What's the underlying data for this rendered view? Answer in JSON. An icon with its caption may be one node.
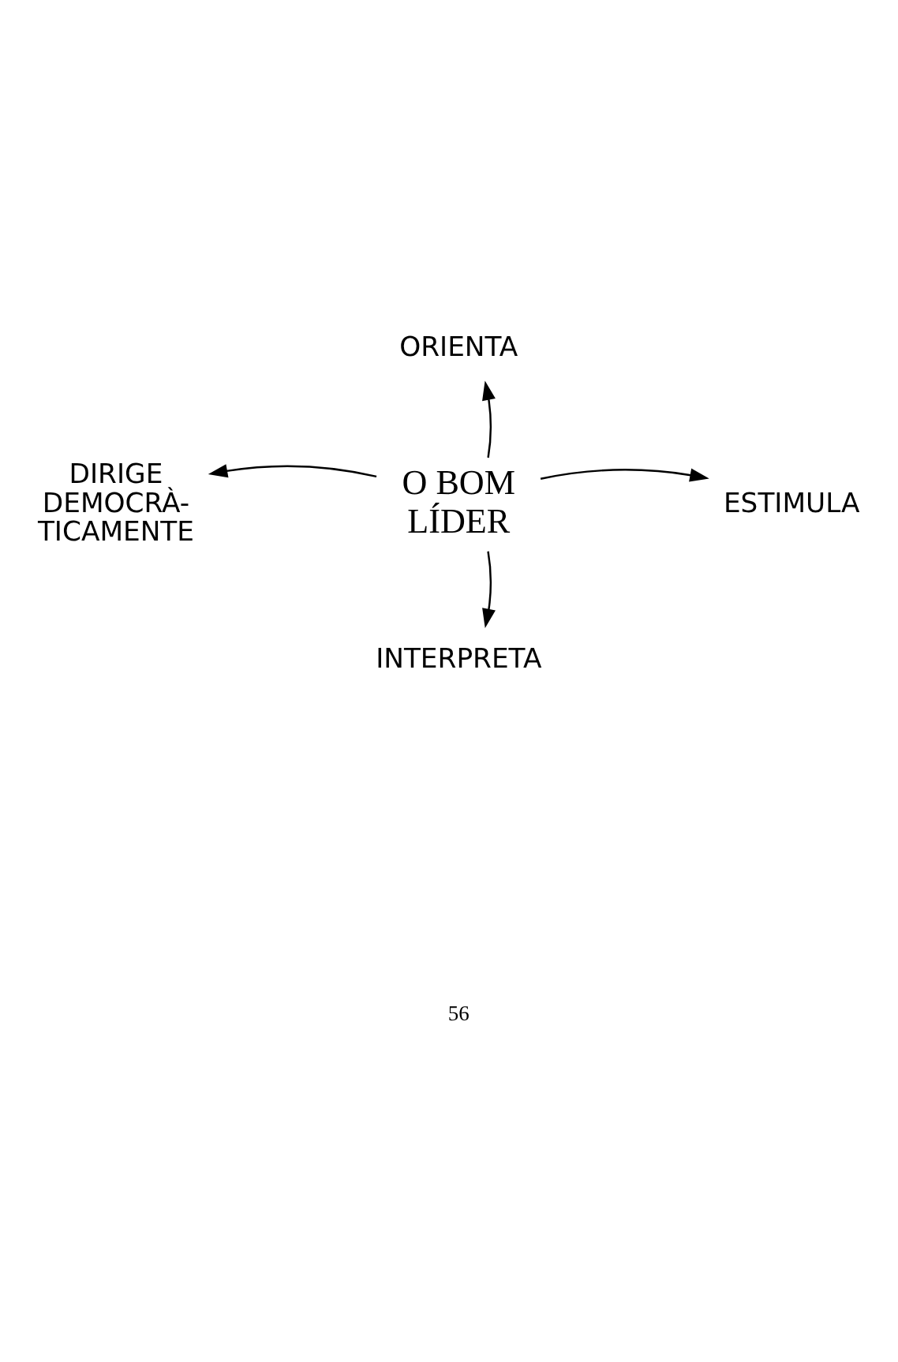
{
  "diagram": {
    "nodes": [
      {
        "text": [
          "ORIENTA"
        ]
      },
      {
        "text": [
          "DIRIGE DEMOCRÀ- TICAMENTE"
        ]
      },
      {
        "text": [
          "O BOM LÍDER"
        ]
      },
      {
        "text": [
          "ESTIMULA"
        ]
      },
      {
        "text": [
          "INTERPRETA"
        ]
      }
    ],
    "edges": [
      {
        "from": 2,
        "to": 0,
        "arrow": "to"
      },
      {
        "from": 2,
        "to": 1,
        "arrow": "to"
      },
      {
        "from": 2,
        "to": 3,
        "arrow": "to"
      },
      {
        "from": 2,
        "to": 4,
        "arrow": "to"
      }
    ],
    "labels": [
      "56"
    ]
  }
}
